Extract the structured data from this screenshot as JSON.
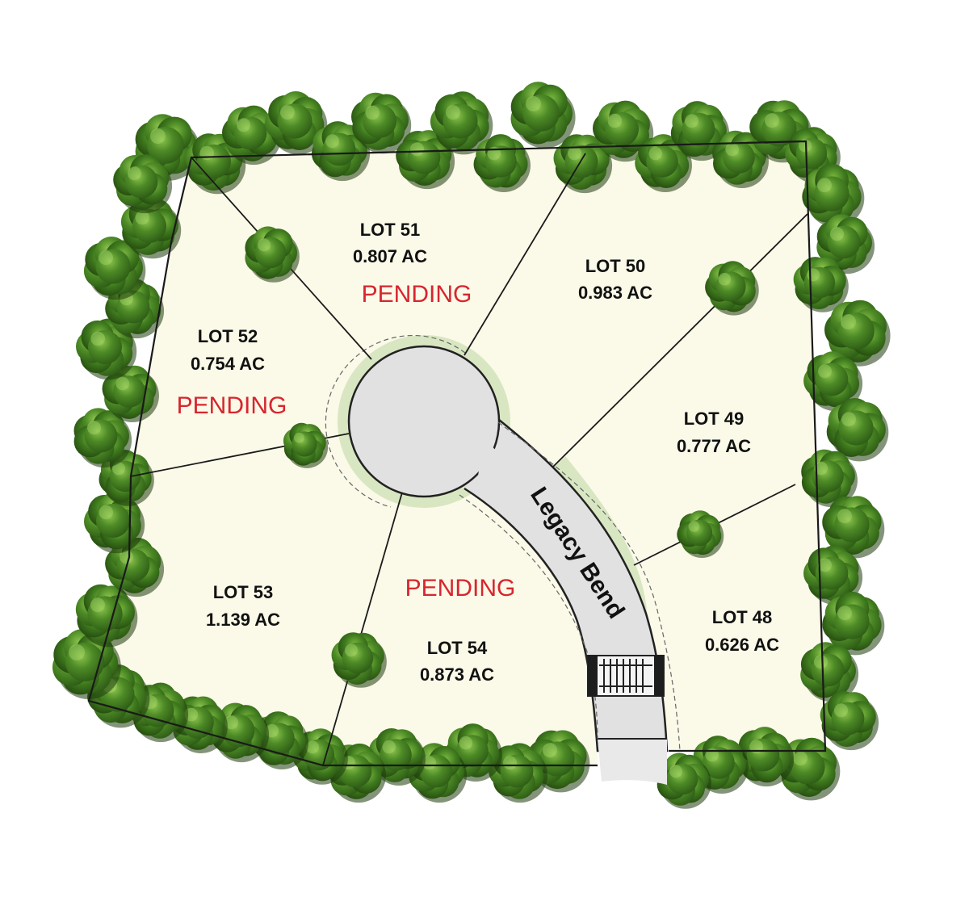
{
  "plat": {
    "road_name": "Legacy Bend",
    "status_label": "PENDING",
    "colors": {
      "lot_fill": "#fbf9e8",
      "boundary": "#1a1a1a",
      "road": "#e1e1e1",
      "road_edge": "#222222",
      "road_verge": "#d8e7c1",
      "pending": "#d7262e",
      "tree_dark": "#2c5a15",
      "tree_mid": "#4d8a26",
      "tree_light": "#8cc44e"
    },
    "icons": [
      "tree-icon",
      "gate-icon"
    ],
    "lots": [
      {
        "name": "LOT 51",
        "acres": "0.807 AC",
        "pending": "PENDING"
      },
      {
        "name": "LOT 50",
        "acres": "0.983 AC",
        "pending": ""
      },
      {
        "name": "LOT 52",
        "acres": "0.754 AC",
        "pending": "PENDING"
      },
      {
        "name": "LOT 49",
        "acres": "0.777 AC",
        "pending": ""
      },
      {
        "name": "LOT 53",
        "acres": "1.139 AC",
        "pending": ""
      },
      {
        "name": "LOT 54",
        "acres": "0.873 AC",
        "pending": "PENDING"
      },
      {
        "name": "LOT 48",
        "acres": "0.626 AC",
        "pending": ""
      }
    ]
  }
}
